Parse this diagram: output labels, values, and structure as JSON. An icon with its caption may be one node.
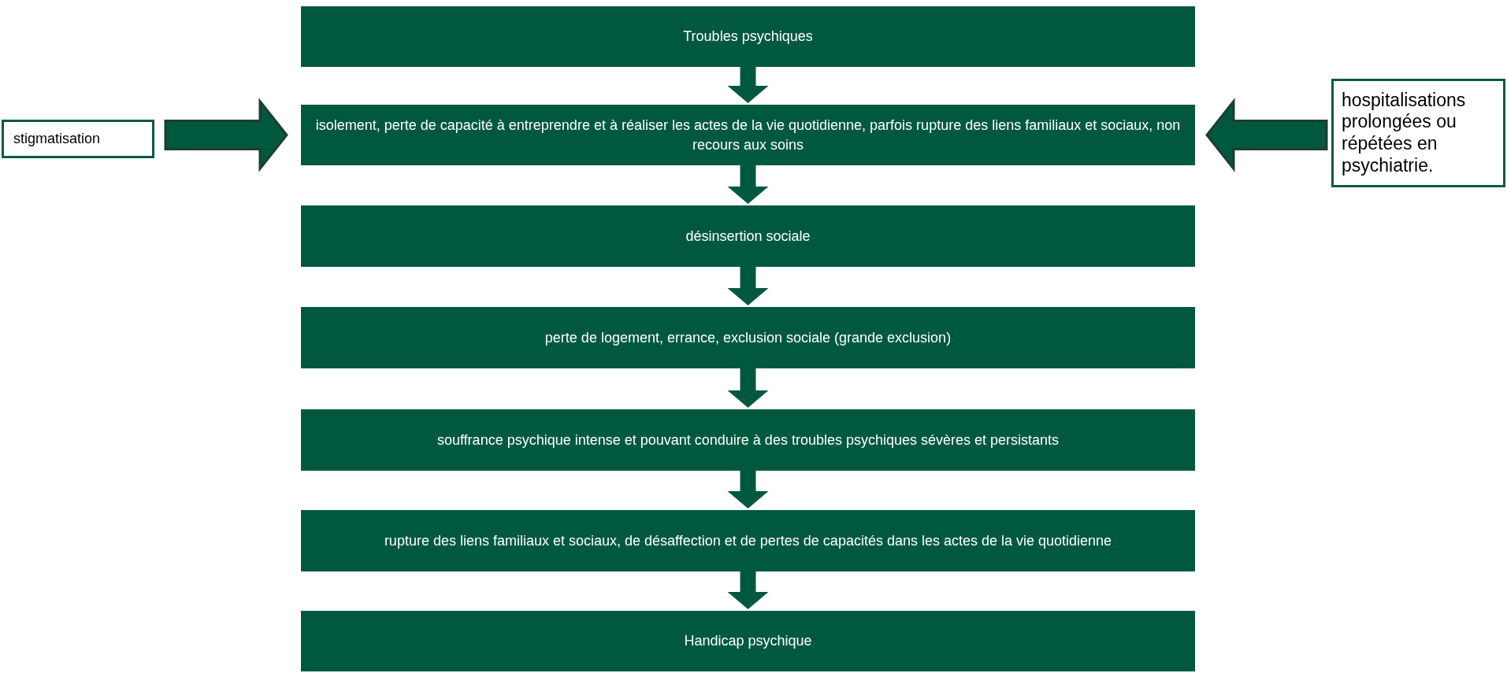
{
  "diagram": {
    "nodes": [
      {
        "text": [
          "Troubles psychiques"
        ]
      },
      {
        "text": [
          "stigmatisation"
        ]
      },
      {
        "text": [
          "isolement, perte de capacité à entreprendre et à réaliser les actes de la vie quotidienne, parfois rupture des liens familiaux et sociaux, non recours aux soins"
        ]
      },
      {
        "text": [
          "hospitalisations prolongées ou répétées en psychiatrie."
        ]
      },
      {
        "text": [
          "désinsertion sociale"
        ]
      },
      {
        "text": [
          "perte de logement, errance, exclusion sociale (grande exclusion)"
        ]
      },
      {
        "text": [
          "souffrance psychique intense et pouvant conduire à des troubles psychiques sévères et persistants"
        ]
      },
      {
        "text": [
          "rupture des liens familiaux et sociaux, de désaffection et de pertes de capacités dans les actes de la vie quotidienne"
        ]
      },
      {
        "text": [
          "Handicap psychique"
        ]
      }
    ],
    "edges": [
      {
        "from": 0,
        "to": 2,
        "arrow": "to"
      },
      {
        "from": 1,
        "to": 2,
        "arrow": "to",
        "style": "thick"
      },
      {
        "from": 3,
        "to": 2,
        "arrow": "to",
        "style": "thick"
      },
      {
        "from": 2,
        "to": 4,
        "arrow": "to"
      },
      {
        "from": 4,
        "to": 5,
        "arrow": "to"
      },
      {
        "from": 5,
        "to": 6,
        "arrow": "to"
      },
      {
        "from": 6,
        "to": 7,
        "arrow": "to"
      },
      {
        "from": 7,
        "to": 8,
        "arrow": "to"
      }
    ]
  }
}
